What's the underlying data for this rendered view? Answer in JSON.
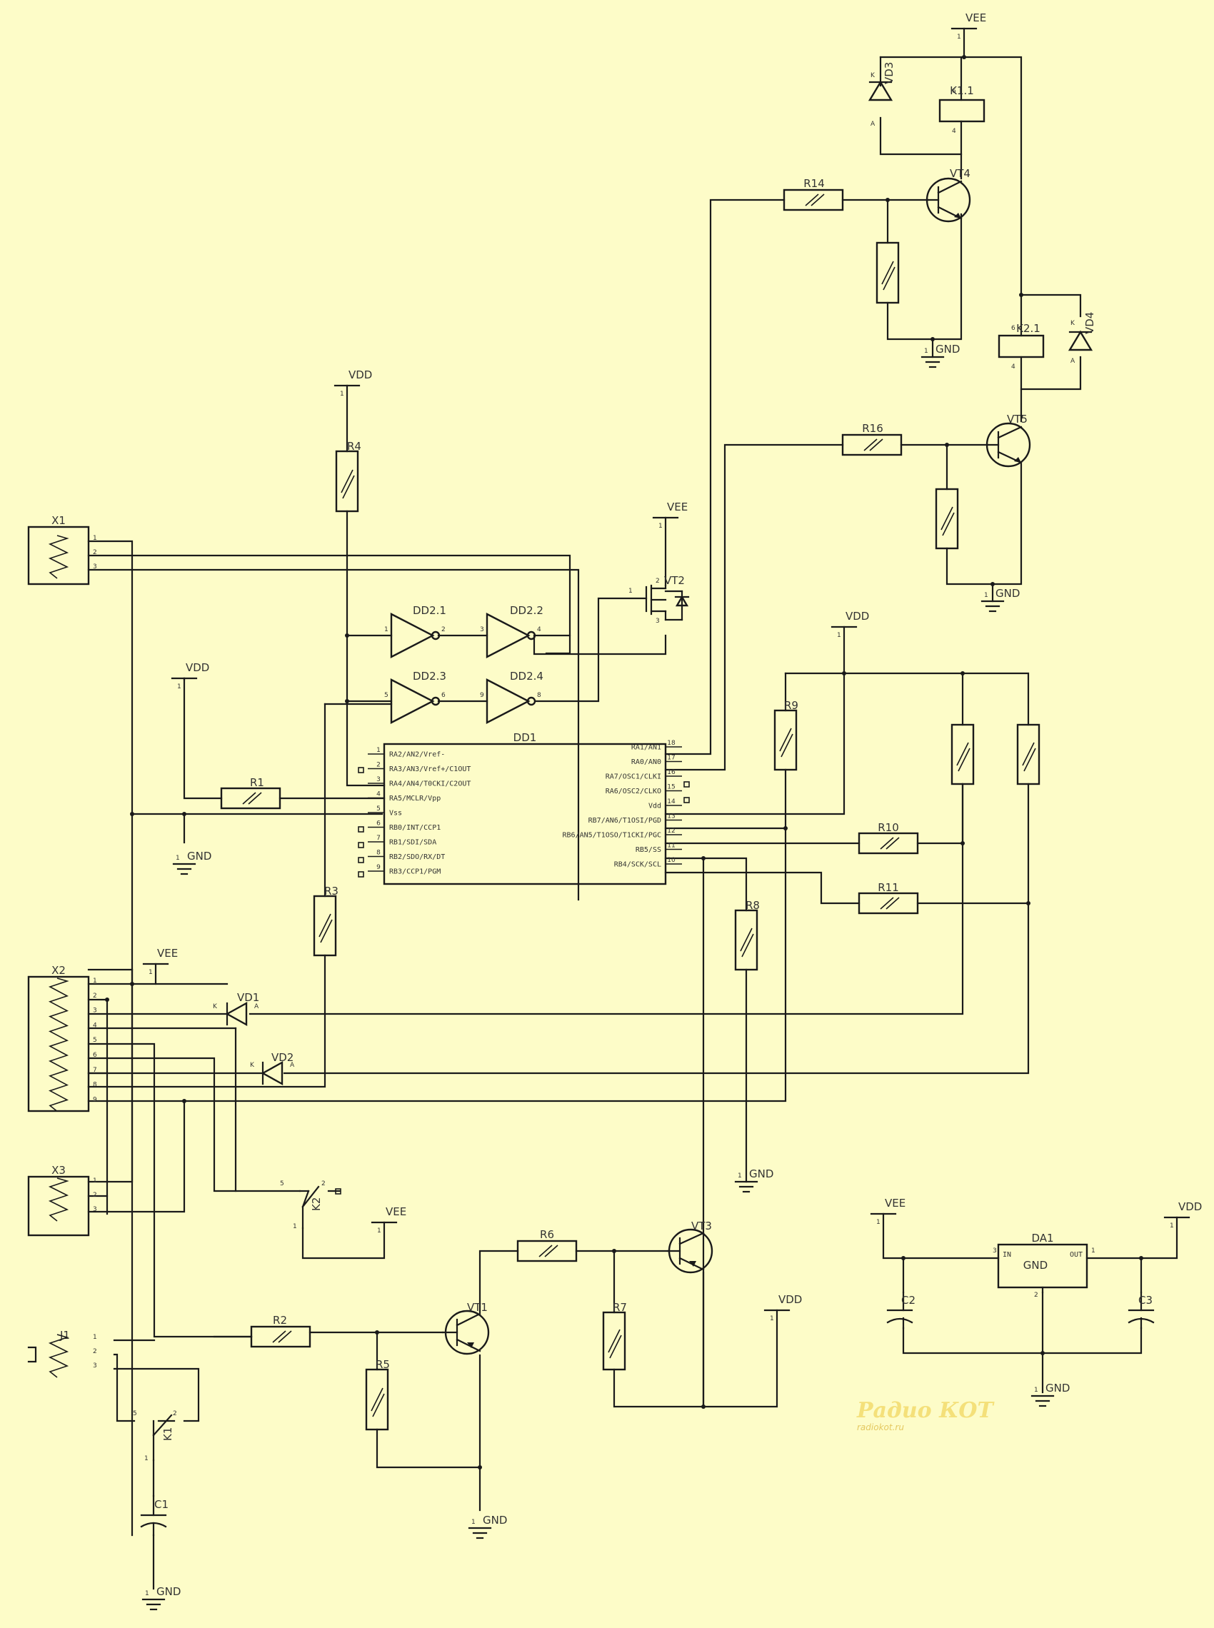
{
  "components": {
    "dd1": "DD1",
    "dd2_1": "DD2.1",
    "dd2_2": "DD2.2",
    "dd2_3": "DD2.3",
    "dd2_4": "DD2.4",
    "da1": "DA1",
    "r1": "R1",
    "r2": "R2",
    "r3": "R3",
    "r4": "R4",
    "r5": "R5",
    "r6": "R6",
    "r7": "R7",
    "r8": "R8",
    "r9": "R9",
    "r10": "R10",
    "r11": "R11",
    "r14": "R14",
    "r16": "R16",
    "vt1": "VT1",
    "vt2": "VT2",
    "vt3": "VT3",
    "vt4": "VT4",
    "vt5": "VT5",
    "vd1": "VD1",
    "vd2": "VD2",
    "vd3": "VD3",
    "vd4": "VD4",
    "k1": "K1",
    "k2": "K2",
    "k1_1": "K1.1",
    "k2_1": "K2.1",
    "c1": "C1",
    "c2": "C2",
    "c3": "C3",
    "x1": "X1",
    "x2": "X2",
    "x3": "X3",
    "j1": "J1"
  },
  "nets": {
    "vdd": "VDD",
    "vee": "VEE",
    "gnd": "GND"
  },
  "dd1_left_pins": [
    {
      "num": "1",
      "name": "RA2/AN2/Vref-"
    },
    {
      "num": "2",
      "name": "RA3/AN3/Vref+/C1OUT"
    },
    {
      "num": "3",
      "name": "RA4/AN4/T0CKI/C2OUT"
    },
    {
      "num": "4",
      "name": "RA5/MCLR/Vpp"
    },
    {
      "num": "5",
      "name": "Vss"
    },
    {
      "num": "6",
      "name": "RB0/INT/CCP1"
    },
    {
      "num": "7",
      "name": "RB1/SDI/SDA"
    },
    {
      "num": "8",
      "name": "RB2/SDO/RX/DT"
    },
    {
      "num": "9",
      "name": "RB3/CCP1/PGM"
    }
  ],
  "dd1_right_pins": [
    {
      "num": "18",
      "name": "RA1/AN1"
    },
    {
      "num": "17",
      "name": "RA0/AN0"
    },
    {
      "num": "16",
      "name": "RA7/OSC1/CLKI"
    },
    {
      "num": "15",
      "name": "RA6/OSC2/CLKO"
    },
    {
      "num": "14",
      "name": "Vdd"
    },
    {
      "num": "13",
      "name": "RB7/AN6/T1OSI/PGD"
    },
    {
      "num": "12",
      "name": "RB6/AN5/T1OSO/T1CKI/PGC"
    },
    {
      "num": "11",
      "name": "RB5/SS"
    },
    {
      "num": "10",
      "name": "RB4/SCK/SCL"
    }
  ],
  "da1_pins": {
    "in": "IN",
    "out": "OUT",
    "gnd": "GND"
  },
  "watermark": {
    "line1": "Радио КОТ",
    "line2": "radiokot.ru"
  },
  "colors": {
    "background": "#fdfcc8",
    "ink": "#1a1a1a",
    "watermark": "#f4e07a"
  }
}
